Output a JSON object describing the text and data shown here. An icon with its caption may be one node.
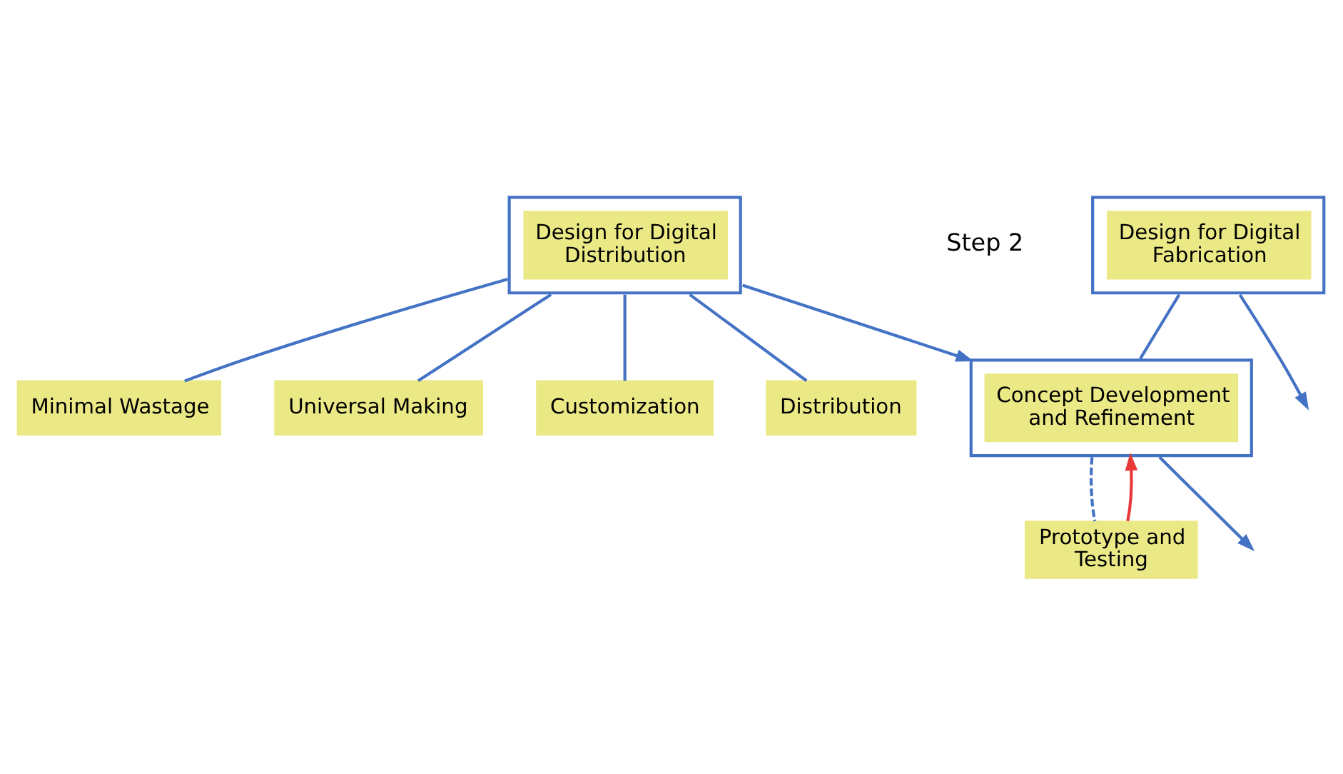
{
  "diagram": {
    "nodes": [
      {
        "text": [
          "Design for Digital Fabrication"
        ]
      },
      {
        "text": [
          "Design for Digital Distribution"
        ]
      },
      {
        "text": [
          "Minimal Wastage"
        ]
      },
      {
        "text": [
          "Universal Making"
        ]
      },
      {
        "text": [
          "Customization"
        ]
      },
      {
        "text": [
          "Distribution"
        ]
      },
      {
        "text": [
          "Concept Development and Refinement"
        ]
      },
      {
        "text": [
          "Prototype and Testing"
        ]
      }
    ],
    "edges": [
      {
        "from": 0,
        "to": null,
        "arrow": "to"
      },
      {
        "from": 0,
        "to": 6,
        "arrow": "none"
      },
      {
        "from": 1,
        "to": 6,
        "arrow": "to"
      },
      {
        "from": 1,
        "to": 2,
        "arrow": "none"
      },
      {
        "from": 1,
        "to": 3,
        "arrow": "none"
      },
      {
        "from": 1,
        "to": 4,
        "arrow": "none"
      },
      {
        "from": 1,
        "to": 5,
        "arrow": "none"
      },
      {
        "from": 7,
        "to": 6,
        "arrow": "to",
        "color": "#e8393a"
      },
      {
        "from": 6,
        "to": 7,
        "arrow": "none",
        "style": "dashed"
      },
      {
        "from": 6,
        "to": null,
        "arrow": "to"
      }
    ],
    "labels": [
      "Step 2"
    ]
  }
}
